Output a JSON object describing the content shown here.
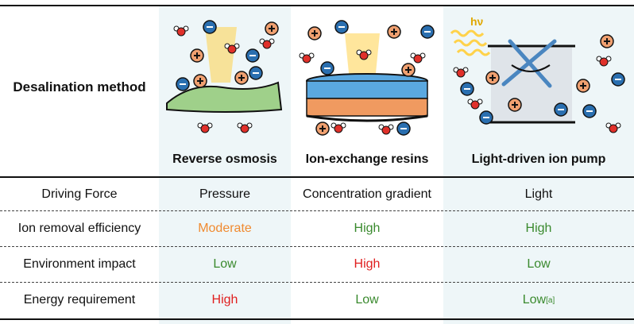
{
  "header": {
    "row_label": "Desalination method",
    "methods": [
      "Reverse osmosis",
      "Ion-exchange resins",
      "Light-driven ion pump"
    ],
    "hv_label": "hν"
  },
  "rows": [
    {
      "label": "Driving Force",
      "values": [
        "Pressure",
        "Concentration gradient",
        "Light"
      ],
      "ratings": [
        "neutral",
        "neutral",
        "neutral"
      ]
    },
    {
      "label": "Ion removal efficiency",
      "values": [
        "Moderate",
        "High",
        "High"
      ],
      "ratings": [
        "moderate",
        "good",
        "good"
      ]
    },
    {
      "label": "Environment impact",
      "values": [
        "Low",
        "High",
        "Low"
      ],
      "ratings": [
        "good",
        "bad",
        "good"
      ]
    },
    {
      "label": "Energy requirement",
      "values": [
        "High",
        "Low",
        "Low"
      ],
      "ratings": [
        "bad",
        "good",
        "good"
      ],
      "footnote": "[a]"
    }
  ],
  "colors": {
    "neutral": "#111111",
    "good": "#3a8a2e",
    "bad": "#e02020",
    "moderate": "#f08a30",
    "highlight_column": "#eef6f8",
    "anion": "#2a6fb0",
    "cation": "#f0a070",
    "membrane": "#9fd08a",
    "resin_blue": "#5aa8e0",
    "resin_orange": "#f09a60",
    "light_yellow": "#ffd24a"
  }
}
